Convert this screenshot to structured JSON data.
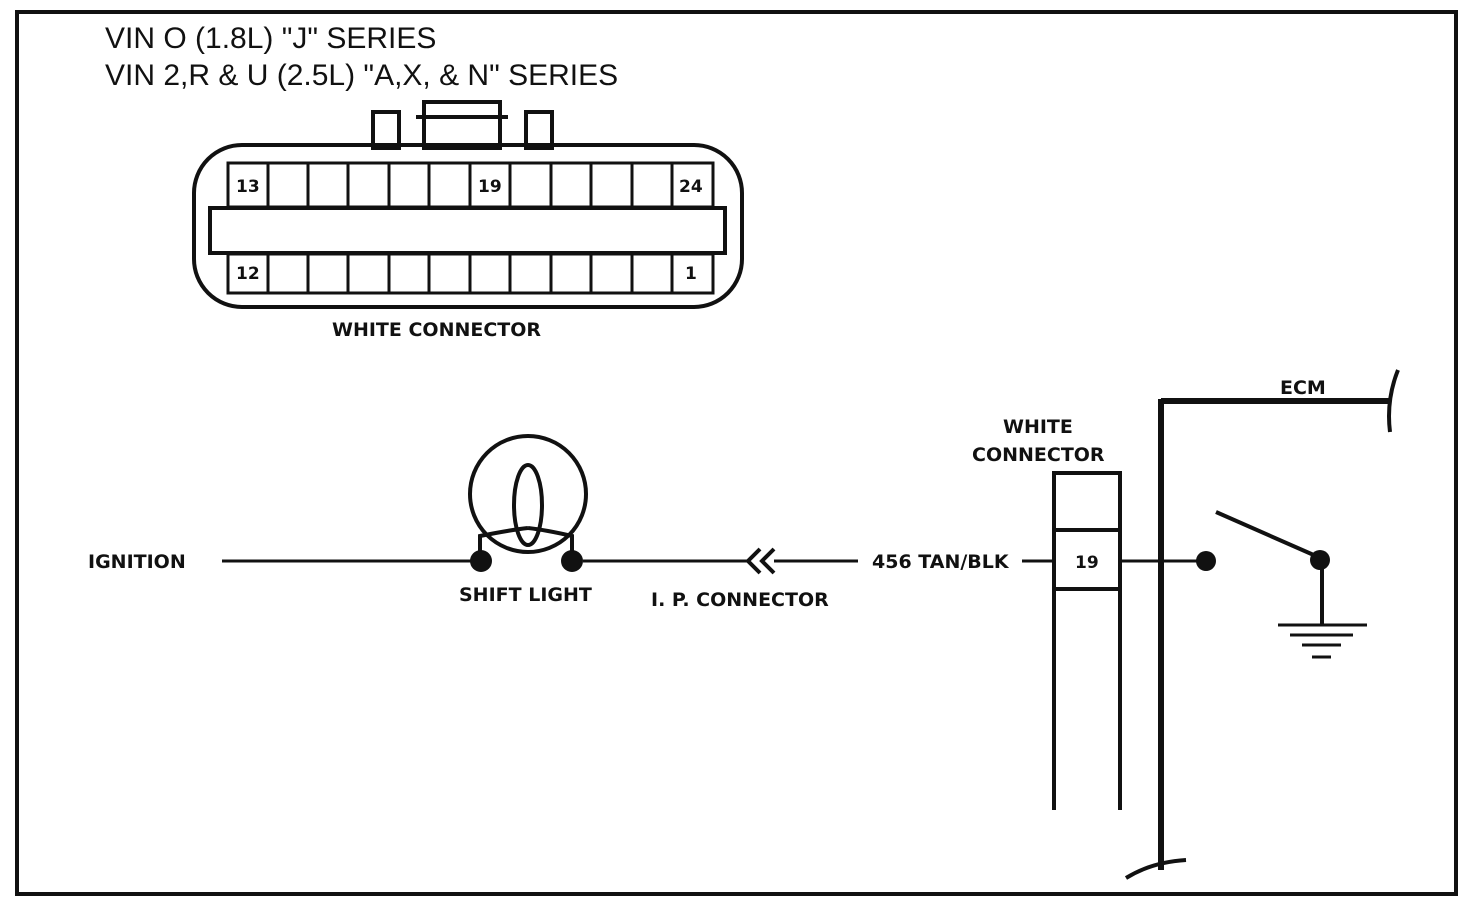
{
  "header": {
    "title_line1": "VIN O (1.8L) \"J\" SERIES",
    "title_line2": "VIN 2,R & U (2.5L) \"A,X, & N\" SERIES"
  },
  "connector_face": {
    "caption": "WHITE CONNECTOR",
    "top_pins": [
      "13",
      "19",
      "24"
    ],
    "bottom_pins": [
      "12",
      "1"
    ]
  },
  "circuit": {
    "ignition": "IGNITION",
    "shift_light": "SHIFT LIGHT",
    "ip_connector": "I. P. CONNECTOR",
    "wire": "456 TAN/BLK",
    "white_connector_line1": "WHITE",
    "white_connector_line2": "CONNECTOR",
    "pin": "19",
    "ecm": "ECM"
  }
}
